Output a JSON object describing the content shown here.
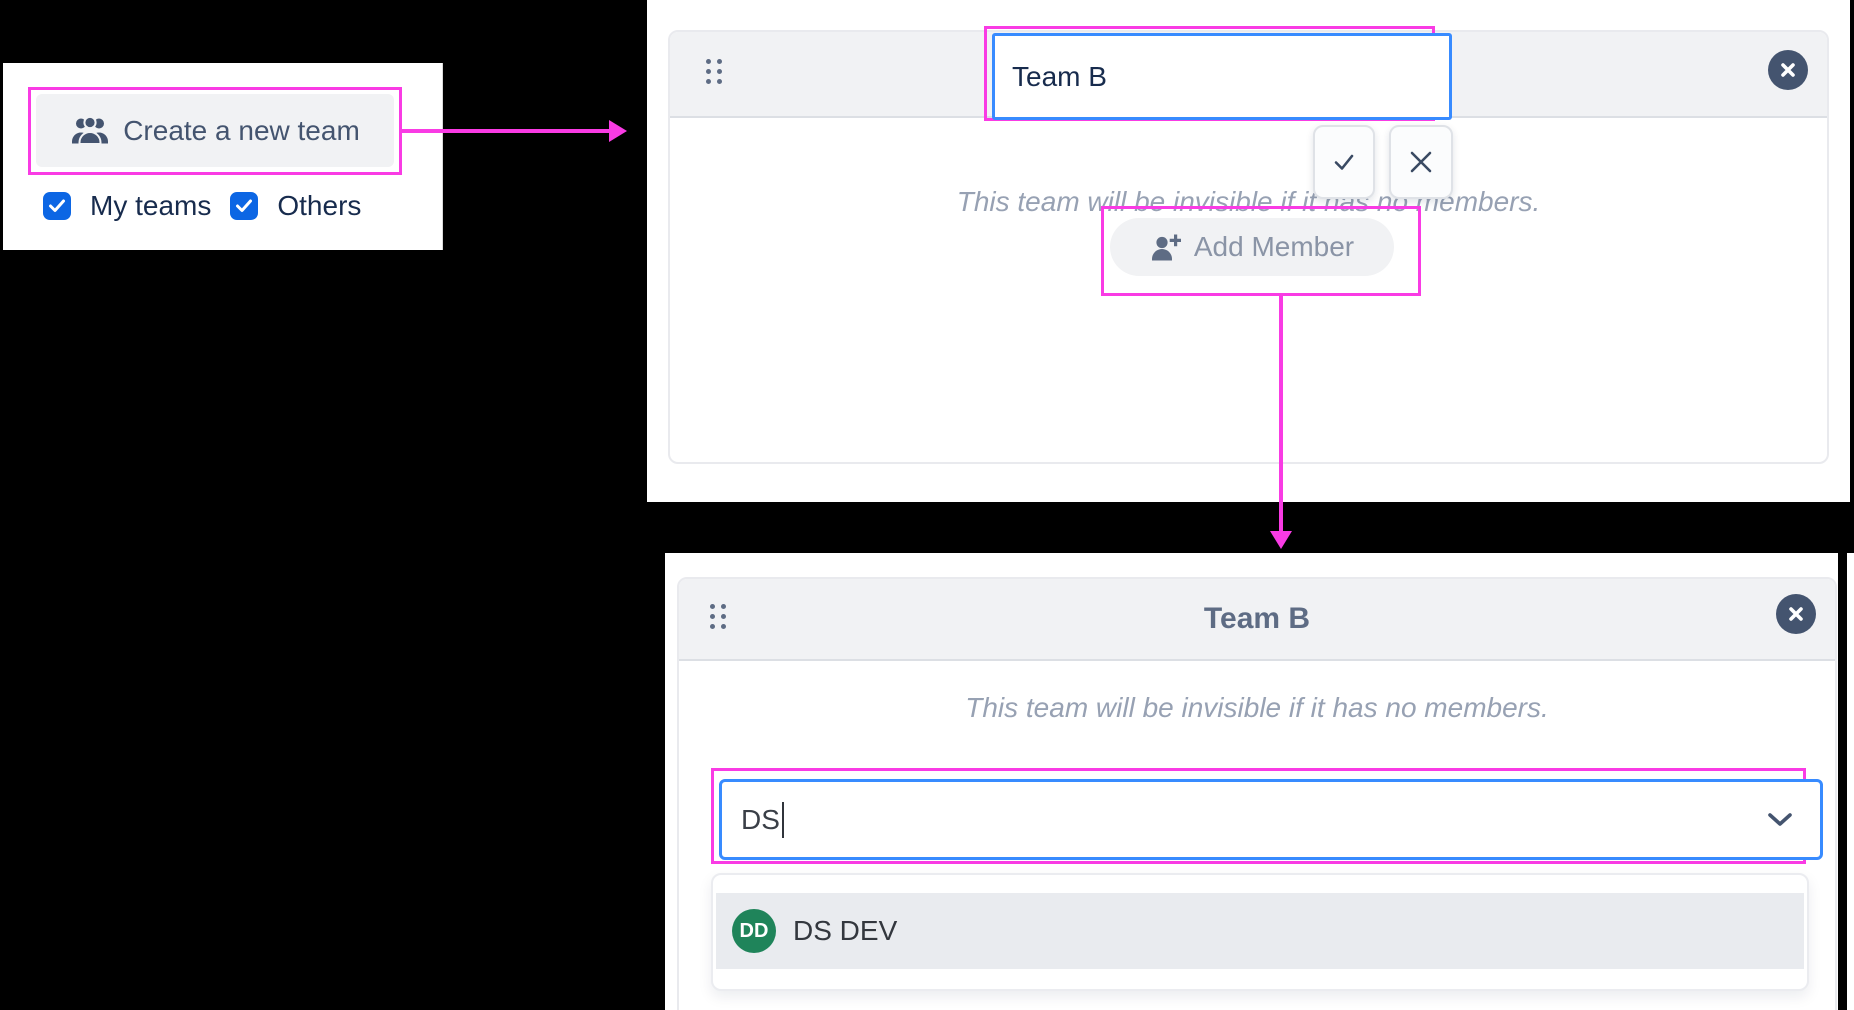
{
  "colors": {
    "annotation_magenta": "#F93BE4",
    "focus_border_blue": "#388BFF",
    "checkbox_blue": "#0C66E4",
    "slate_icon": "#44546F",
    "muted_message_text": "#97A1B3",
    "surface_gray": "#F1F2F4",
    "avatar_green": "#1F845A"
  },
  "left_panel": {
    "create_button_label": "Create a new team",
    "filters": [
      {
        "label": "My teams",
        "checked": true
      },
      {
        "label": "Others",
        "checked": true
      }
    ]
  },
  "top_card": {
    "name_input_value": "Team B",
    "message": "This team will be invisible if it has no members.",
    "add_member_label": "Add Member"
  },
  "bottom_card": {
    "title": "Team B",
    "message": "This team will be invisible if it has no members.",
    "member_search_value": "DS",
    "dropdown_items": [
      {
        "avatar_initials": "DD",
        "label": "DS DEV"
      }
    ]
  }
}
